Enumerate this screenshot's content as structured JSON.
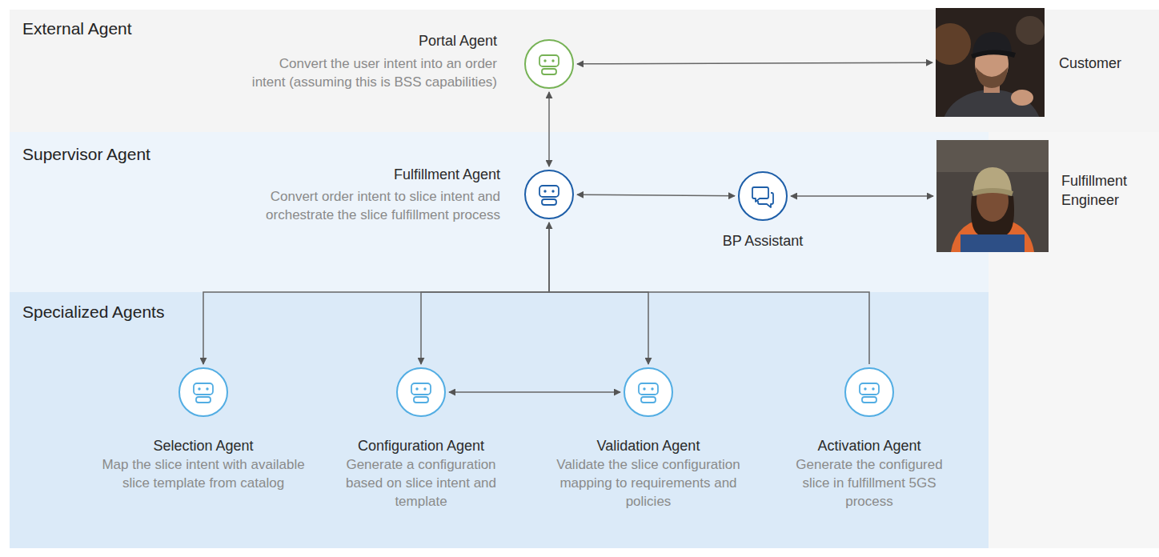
{
  "diagram": {
    "nodes": [
      {
        "text": [
          "External Agent"
        ]
      },
      {
        "text": [
          "Portal Agent",
          "Convert the user intent into an order intent (assuming this is BSS capabilities)"
        ],
        "in": 0
      },
      {
        "text": [
          "Customer"
        ],
        "in": 0
      },
      {
        "text": [
          "Supervisor Agent"
        ]
      },
      {
        "text": [
          "Fulfillment Agent",
          "Convert order intent to slice intent and orchestrate the slice fulfillment process"
        ],
        "in": 3
      },
      {
        "text": [
          "BP Assistant"
        ],
        "in": 3
      },
      {
        "text": [
          "Fulfillment Engineer"
        ]
      },
      {
        "text": [
          "Specialized Agents"
        ]
      },
      {
        "text": [
          "Selection Agent",
          "Map the slice intent with available slice template from catalog"
        ],
        "in": 7
      },
      {
        "text": [
          "Configuration Agent",
          "Generate a configuration based on slice intent and template"
        ],
        "in": 7
      },
      {
        "text": [
          "Validation Agent",
          "Validate the slice configuration mapping to requirements and policies"
        ],
        "in": 7
      },
      {
        "text": [
          "Activation Agent",
          "Generate the configured slice in fulfillment 5GS process"
        ],
        "in": 7
      }
    ],
    "edges": [
      {
        "from": 1,
        "to": 2,
        "arrow": "both"
      },
      {
        "from": 1,
        "to": 4,
        "arrow": "both"
      },
      {
        "from": 4,
        "to": 5,
        "arrow": "both"
      },
      {
        "from": 5,
        "to": 6,
        "arrow": "both"
      },
      {
        "from": 4,
        "to": 8,
        "arrow": "to"
      },
      {
        "from": 4,
        "to": 9,
        "arrow": "to"
      },
      {
        "from": 4,
        "to": 10,
        "arrow": "to"
      },
      {
        "from": 11,
        "to": 4,
        "arrow": "to"
      },
      {
        "from": 9,
        "to": 10,
        "arrow": "both"
      }
    ]
  }
}
